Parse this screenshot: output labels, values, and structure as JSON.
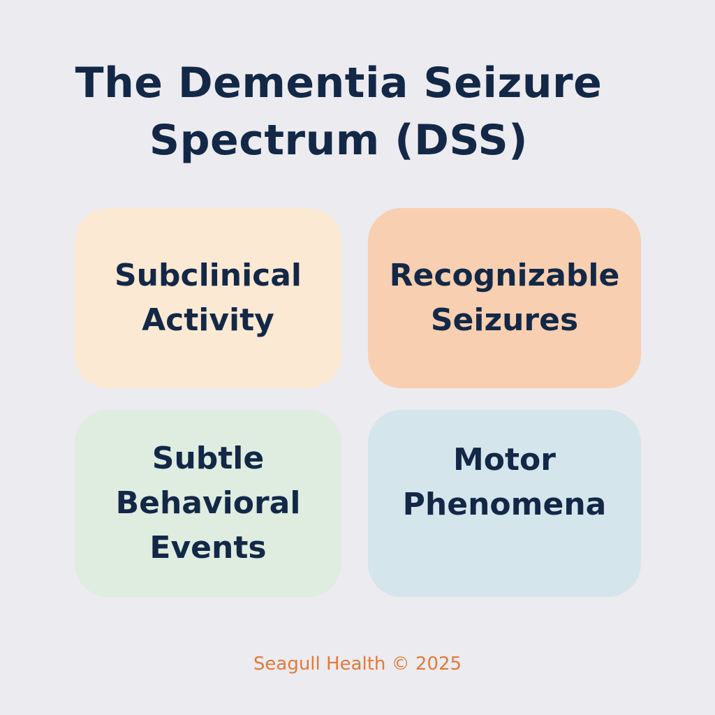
{
  "title": "The Dementia Seizure\nSpectrum (DSS)",
  "boxes": [
    {
      "label": "Subclinical\nActivity",
      "color": "#fbe9d3"
    },
    {
      "label": "Recognizable\nSeizures",
      "color": "#f8cfb0"
    },
    {
      "label": "Subtle\nBehavioral\nEvents",
      "color": "#deede0"
    },
    {
      "label": "Motor\nPhenomena",
      "color": "#d4e5ec"
    }
  ],
  "footer": "Seagull Health © 2025",
  "colors": {
    "text": "#132847",
    "footer": "#e07a3a",
    "background": "#ecebef"
  }
}
